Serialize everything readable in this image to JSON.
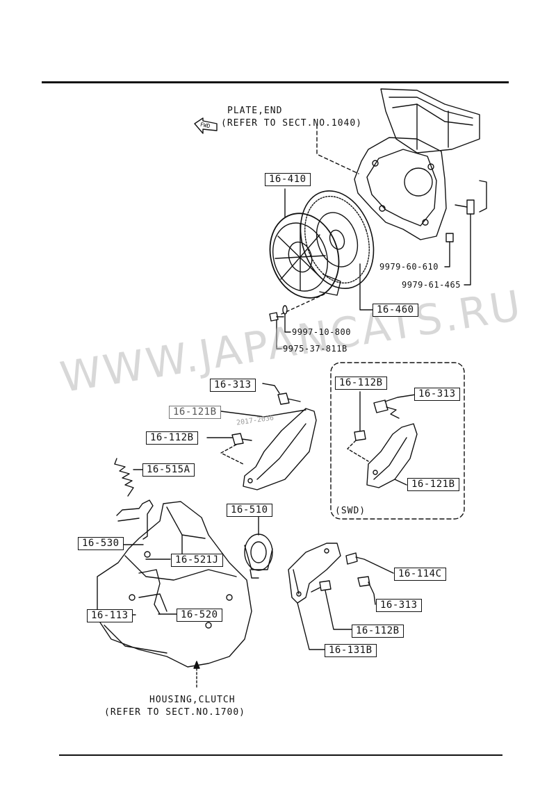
{
  "references": {
    "plate_end_title": "PLATE,END",
    "plate_end_ref": "(REFER TO SECT.NO.1040)",
    "housing_title": "HOUSING,CLUTCH",
    "housing_ref": "(REFER TO SECT.NO.1700)",
    "swd": "(SWD)",
    "fwd_arrow": "FWD"
  },
  "watermark": {
    "main": "WWW.JAPANCATS.RU",
    "small": "2017-2036"
  },
  "callouts": {
    "c16_410": "16-410",
    "c16_460": "16-460",
    "c16_313_a": "16-313",
    "c16_121b_a": "16-121B",
    "c16_112b_a": "16-112B",
    "c16_515a": "16-515A",
    "c16_510": "16-510",
    "c16_530": "16-530",
    "c16_521j": "16-521J",
    "c16_113": "16-113",
    "c16_520": "16-520",
    "c16_112b_swd": "16-112B",
    "c16_313_swd": "16-313",
    "c16_121b_swd": "16-121B",
    "c16_114c": "16-114C",
    "c16_313_b": "16-313",
    "c16_112b_b": "16-112B",
    "c16_131b": "16-131B"
  },
  "part_numbers": {
    "p9979_60_610": "9979-60-610",
    "p9979_61_465": "9979-61-465",
    "p9997_10_800": "9997-10-800",
    "p9975_37_811b": "9975-37-811B"
  }
}
